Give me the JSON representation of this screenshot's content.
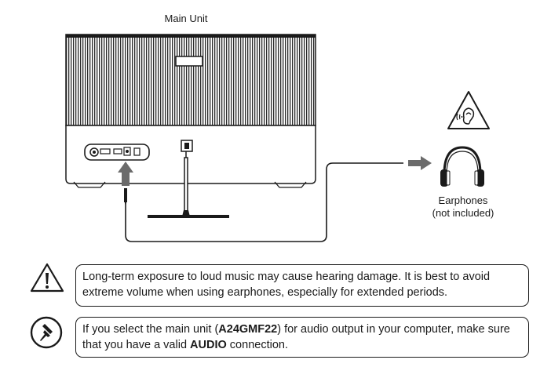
{
  "labels": {
    "main_unit": "Main Unit",
    "earphones_line1": "Earphones",
    "earphones_line2": "(not included)"
  },
  "notes": [
    {
      "icon": "warning-triangle-icon",
      "text": "Long-term exposure to loud music may cause hearing damage. It is best to avoid extreme volume when using earphones, especially for extended periods."
    },
    {
      "icon": "pushpin-icon",
      "text_before": "If you select the main unit (",
      "model": "A24GMF22",
      "text_middle": ") for audio output in your computer, make sure that you have a valid ",
      "keyword": "AUDIO",
      "text_after": " connection."
    }
  ],
  "icons": [
    "hearing-warning-icon",
    "headphones-icon",
    "arrow-up-icon",
    "arrow-right-icon"
  ],
  "colors": {
    "line": "#1a1a1a",
    "arrow": "#6b6b6b",
    "background": "#ffffff"
  }
}
